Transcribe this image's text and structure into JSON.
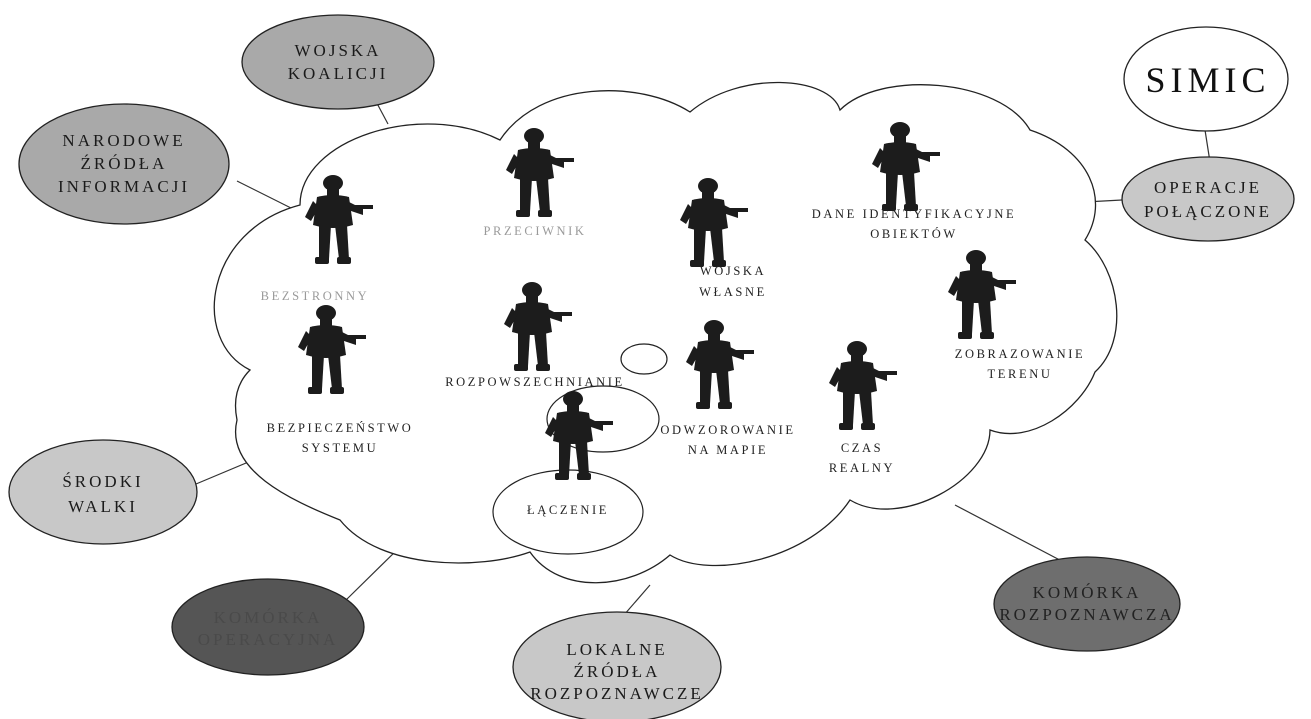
{
  "diagram": {
    "external_nodes": {
      "wojska_koalicji": [
        "WOJSKA",
        "KOALICJI"
      ],
      "narodowe": [
        "NARODOWE",
        "ŹRÓDŁA",
        "INFORMACJI"
      ],
      "srodki_walki": [
        "ŚRODKI",
        "WALKI"
      ],
      "komorka_operacyjna": [
        "KOMÓRKA",
        "OPERACYJNA"
      ],
      "lokalne": [
        "LOKALNE",
        "ŹRÓDŁA",
        "ROZPOZNAWCZE"
      ],
      "komorka_rozpoznawcza": [
        "KOMÓRKA",
        "ROZPOZNAWCZA"
      ],
      "operacje_polaczone": [
        "OPERACJE",
        "POŁĄCZONE"
      ],
      "simic": "SIMIC"
    },
    "cloud_labels": {
      "przeciwnik": "PRZECIWNIK",
      "bezstronny": "BEZSTRONNY",
      "wojska_wlasne": [
        "WOJSKA",
        "WŁASNE"
      ],
      "dane": [
        "DANE IDENTYFIKACYJNE",
        "OBIEKTÓW"
      ],
      "zobrazowanie": [
        "ZOBRAZOWANIE",
        "TERENU"
      ],
      "rozpowszechnianie": "ROZPOWSZECHNIANIE",
      "bezpieczenstwo": [
        "BEZPIECZEŃSTWO",
        "SYSTEMU"
      ],
      "odwzorowanie": [
        "ODWZOROWANIE",
        "NA MAPIE"
      ],
      "czas": [
        "CZAS",
        "REALNY"
      ],
      "laczenie": "ŁĄCZENIE"
    },
    "colors": {
      "oval_light": "#c8c8c8",
      "oval_mid": "#a9a9a9",
      "oval_dark": "#555555",
      "outline": "#222222",
      "soldier": "#1c1c1c"
    },
    "icons": [
      "soldier-icon"
    ]
  }
}
